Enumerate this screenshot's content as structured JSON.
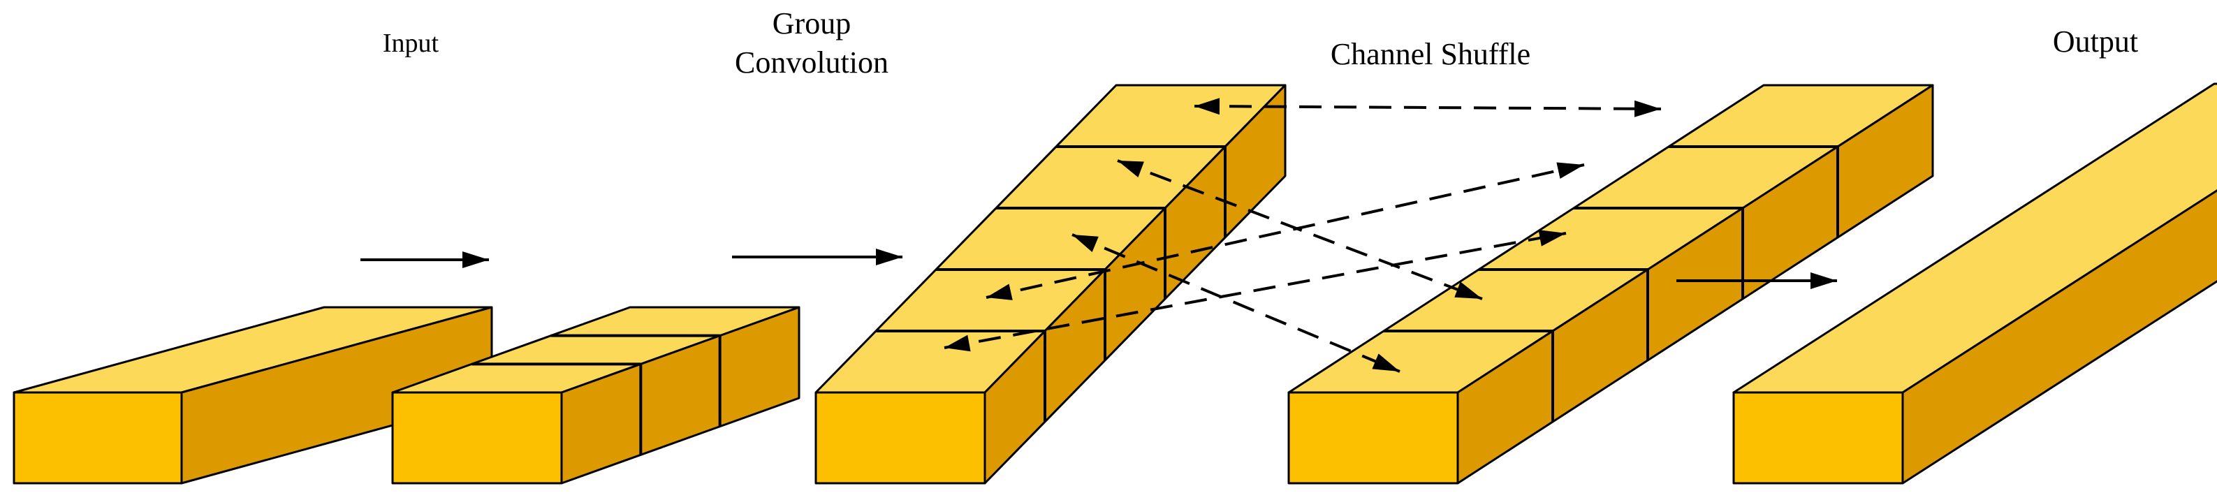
{
  "labels": {
    "input": "Input",
    "group_line1": "Group",
    "group_line2": "Convolution",
    "channel_shuffle": "Channel Shuffle",
    "output": "Output"
  },
  "colors": {
    "top_face": "#FDD95A",
    "front_face": "#FDC000",
    "side_face": "#DD9A00",
    "stroke": "#000000",
    "background": "#FFFFFF"
  },
  "blocks": [
    {
      "name": "input-block",
      "segments": 1
    },
    {
      "name": "group-convolution-block",
      "segments": 3
    },
    {
      "name": "pre-shuffle-block",
      "segments": 5
    },
    {
      "name": "post-shuffle-block",
      "segments": 5
    },
    {
      "name": "output-block",
      "segments": 1
    }
  ]
}
